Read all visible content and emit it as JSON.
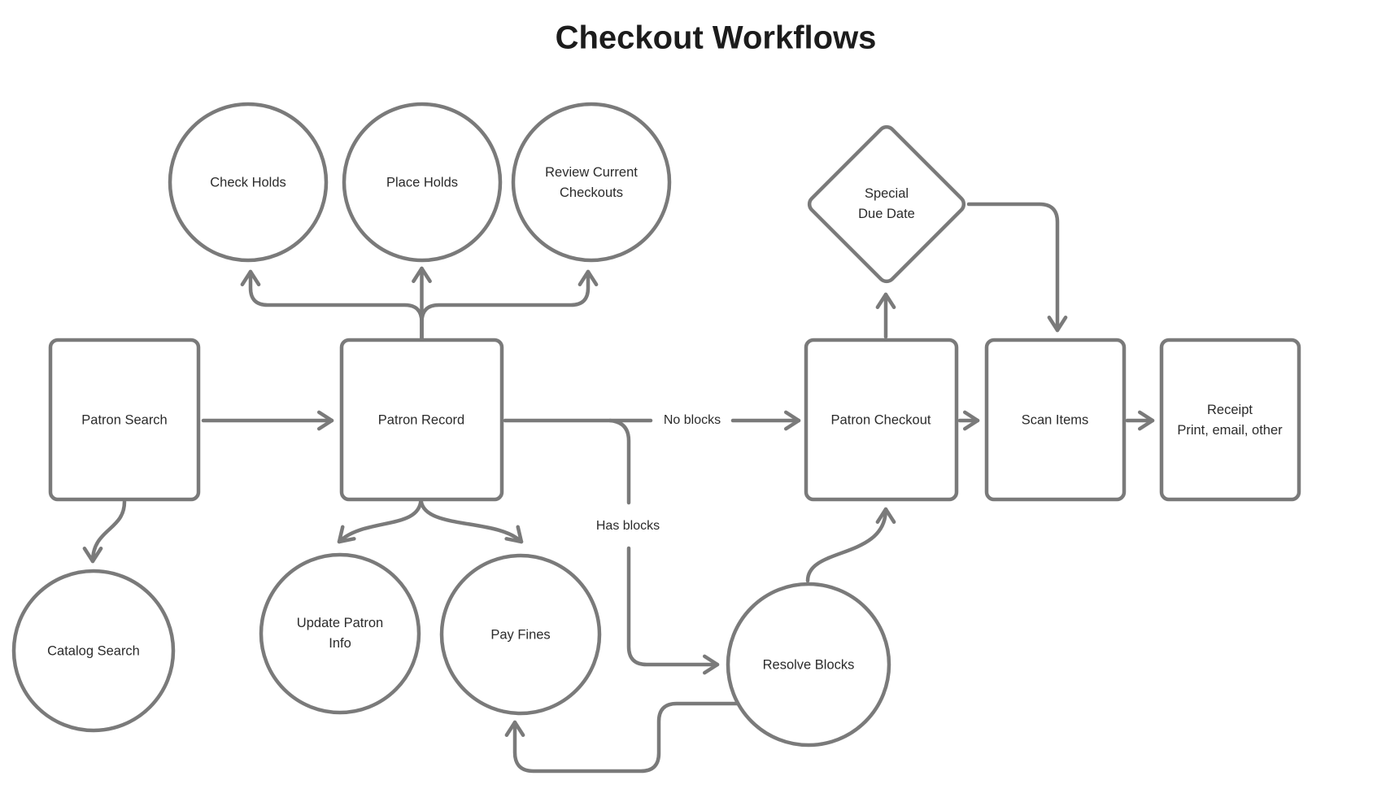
{
  "title": "Checkout Workflows",
  "colors": {
    "background": "#ffffff",
    "stroke": "#7a7a7a",
    "text": "#2b2b2b",
    "title_text": "#1c1c1c"
  },
  "nodes": {
    "check_holds": {
      "label": "Check Holds",
      "shape": "circle"
    },
    "place_holds": {
      "label": "Place Holds",
      "shape": "circle"
    },
    "review_current_checkouts": {
      "label": "Review Current\nCheckouts",
      "shape": "circle"
    },
    "special_due_date": {
      "label": "Special\nDue Date",
      "shape": "diamond"
    },
    "patron_search": {
      "label": "Patron Search",
      "shape": "rectangle"
    },
    "patron_record": {
      "label": "Patron Record",
      "shape": "rectangle"
    },
    "patron_checkout": {
      "label": "Patron Checkout",
      "shape": "rectangle"
    },
    "scan_items": {
      "label": "Scan Items",
      "shape": "rectangle"
    },
    "receipt": {
      "label": "Receipt\nPrint, email, other",
      "shape": "rectangle"
    },
    "catalog_search": {
      "label": "Catalog Search",
      "shape": "circle"
    },
    "update_patron_info": {
      "label": "Update Patron\nInfo",
      "shape": "circle"
    },
    "pay_fines": {
      "label": "Pay Fines",
      "shape": "circle"
    },
    "resolve_blocks": {
      "label": "Resolve Blocks",
      "shape": "circle"
    }
  },
  "edge_labels": {
    "no_blocks": "No blocks",
    "has_blocks": "Has blocks"
  },
  "edges": [
    {
      "from": "Patron Search",
      "to": "Patron Record",
      "label": ""
    },
    {
      "from": "Patron Record",
      "to": "Check Holds",
      "label": ""
    },
    {
      "from": "Patron Record",
      "to": "Place Holds",
      "label": ""
    },
    {
      "from": "Patron Record",
      "to": "Review Current Checkouts",
      "label": ""
    },
    {
      "from": "Patron Search",
      "to": "Catalog Search",
      "label": ""
    },
    {
      "from": "Patron Record",
      "to": "Update Patron Info",
      "label": ""
    },
    {
      "from": "Patron Record",
      "to": "Pay Fines",
      "label": ""
    },
    {
      "from": "Patron Record",
      "to": "Patron Checkout",
      "label": "No blocks"
    },
    {
      "from": "Patron Record",
      "to": "Resolve Blocks",
      "label": "Has blocks"
    },
    {
      "from": "Resolve Blocks",
      "to": "Patron Checkout",
      "label": ""
    },
    {
      "from": "Resolve Blocks",
      "to": "Pay Fines",
      "label": ""
    },
    {
      "from": "Patron Checkout",
      "to": "Special Due Date",
      "label": ""
    },
    {
      "from": "Special Due Date",
      "to": "Scan Items",
      "label": ""
    },
    {
      "from": "Patron Checkout",
      "to": "Scan Items",
      "label": ""
    },
    {
      "from": "Scan Items",
      "to": "Receipt",
      "label": ""
    }
  ]
}
